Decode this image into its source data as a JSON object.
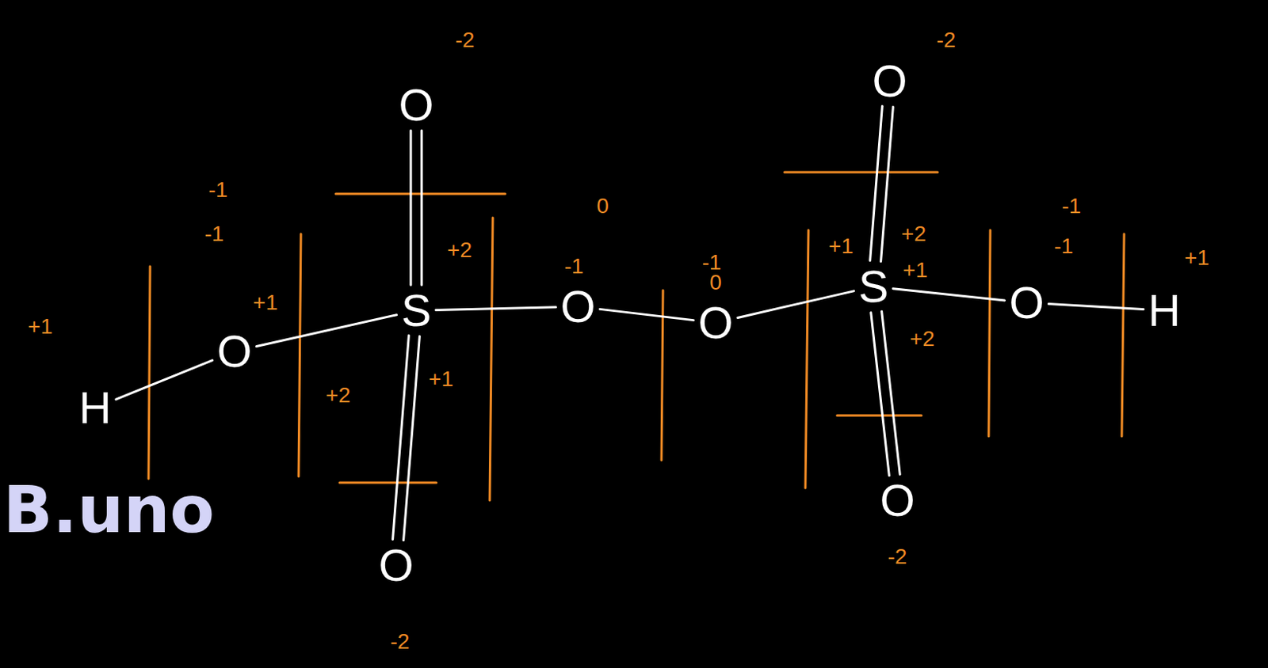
{
  "diagram": {
    "nodes": [
      {
        "text": [
          "H"
        ]
      },
      {
        "text": [
          "O"
        ]
      },
      {
        "text": [
          "S"
        ]
      },
      {
        "text": [
          "O"
        ]
      },
      {
        "text": [
          "O"
        ]
      },
      {
        "text": [
          "O"
        ]
      },
      {
        "text": [
          "O"
        ]
      },
      {
        "text": [
          "S"
        ]
      },
      {
        "text": [
          "O"
        ]
      },
      {
        "text": [
          "O"
        ]
      },
      {
        "text": [
          "O"
        ]
      },
      {
        "text": [
          "H"
        ]
      }
    ],
    "edges": [
      {
        "from": 0,
        "to": 1,
        "arrow": "none"
      },
      {
        "from": 1,
        "to": 2,
        "arrow": "none"
      },
      {
        "from": 2,
        "to": 3,
        "arrow": "none"
      },
      {
        "from": 2,
        "to": 4,
        "arrow": "none"
      },
      {
        "from": 2,
        "to": 5,
        "arrow": "none"
      },
      {
        "from": 5,
        "to": 6,
        "arrow": "none"
      },
      {
        "from": 6,
        "to": 7,
        "arrow": "none"
      },
      {
        "from": 7,
        "to": 8,
        "arrow": "none"
      },
      {
        "from": 7,
        "to": 9,
        "arrow": "none"
      },
      {
        "from": 7,
        "to": 10,
        "arrow": "none"
      },
      {
        "from": 10,
        "to": 11,
        "arrow": "none"
      }
    ],
    "labels": [
      "+1",
      "-1",
      "-1",
      "+1",
      "+2",
      "+2",
      "+1",
      "-2",
      "-2",
      "0",
      "-1",
      "-1",
      "0",
      "+1",
      "+2",
      "+1",
      "+2",
      "-2",
      "-2",
      "-1",
      "-1",
      "+1",
      "B.uno"
    ]
  }
}
